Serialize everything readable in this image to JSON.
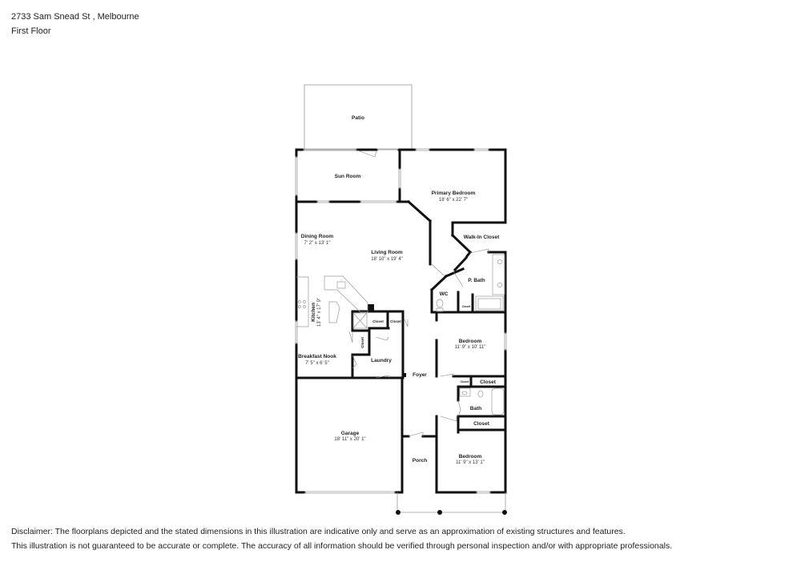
{
  "header": {
    "address": "2733 Sam Snead St , Melbourne",
    "floor": "First Floor"
  },
  "rooms": {
    "patio": {
      "name": "Patio"
    },
    "sun_room": {
      "name": "Sun Room"
    },
    "primary_bedroom": {
      "name": "Primary Bedroom",
      "dims": "18' 6\" x 22' 7\""
    },
    "walk_in_closet": {
      "name": "Walk-In Closet"
    },
    "dining_room": {
      "name": "Dining Room",
      "dims": "7' 2\" x 13' 1\""
    },
    "living_room": {
      "name": "Living Room",
      "dims": "18' 10\" x 19' 4\""
    },
    "p_bath": {
      "name": "P. Bath"
    },
    "wc": {
      "name": "WC"
    },
    "pbath_closet": {
      "name": "Closet"
    },
    "kitchen": {
      "name": "Kitchen",
      "dims": "13' 4\" x 17' 9\""
    },
    "closet_1": {
      "name": "Closet"
    },
    "closet_2": {
      "name": "Closet"
    },
    "closet_3": {
      "name": "Closet"
    },
    "bedroom_1": {
      "name": "Bedroom",
      "dims": "11' 9\" x 10' 11\""
    },
    "breakfast_nook": {
      "name": "Breakfast Nook",
      "dims": "7' 5\" x 6' 5\""
    },
    "laundry": {
      "name": "Laundry"
    },
    "foyer": {
      "name": "Foyer"
    },
    "bed1_closet_small": {
      "name": "Closet"
    },
    "bed1_closet": {
      "name": "Closet"
    },
    "bath": {
      "name": "Bath"
    },
    "bed2_closet": {
      "name": "Closet"
    },
    "garage": {
      "name": "Garage",
      "dims": "18' 11\" x 20' 1\""
    },
    "porch": {
      "name": "Porch"
    },
    "bedroom_2": {
      "name": "Bedroom",
      "dims": "11' 9\" x 13' 1\""
    }
  },
  "disclaimer": {
    "line1": "Disclaimer: The floorplans depicted and the stated dimensions in this illustration are indicative only and serve as an approximation of existing structures and features.",
    "line2": "This illustration is not guaranteed to be accurate or complete. The accuracy of all information should be verified through personal inspection and/or with appropriate professionals."
  },
  "colors": {
    "wall": "#111111",
    "thin_line": "#9a9a9a",
    "background": "#ffffff"
  }
}
